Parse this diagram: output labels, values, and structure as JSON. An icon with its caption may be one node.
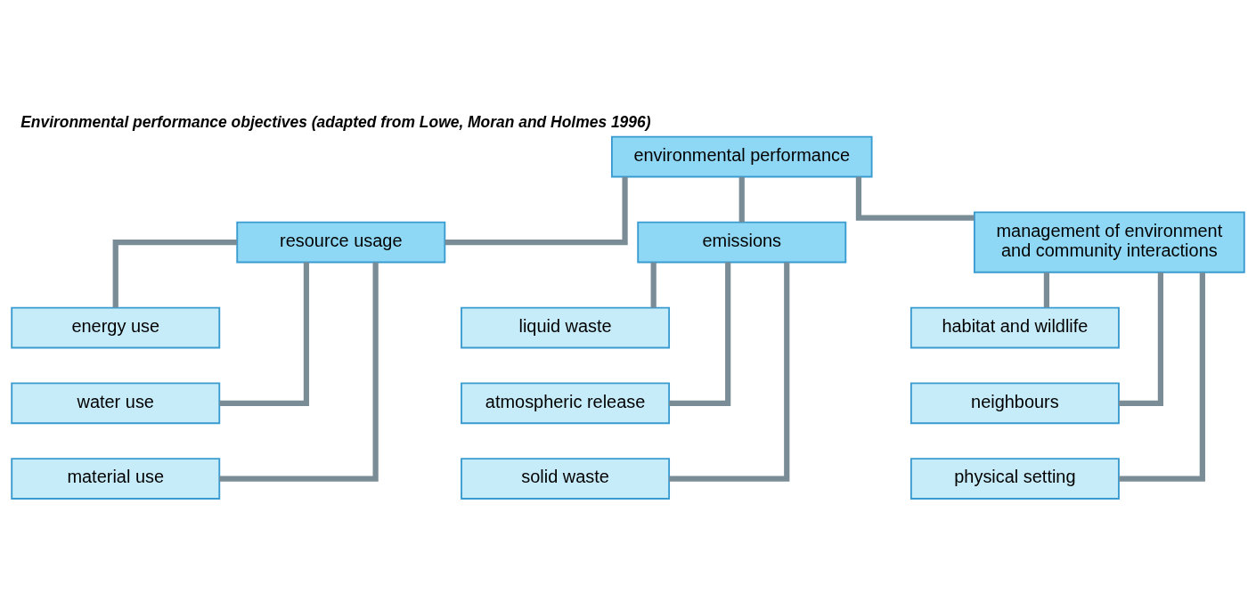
{
  "diagram": {
    "title": "Environmental performance objectives (adapted from Lowe, Moran and Holmes 1996)",
    "nodes": [
      {
        "text": [
          "environmental performance"
        ]
      },
      {
        "text": [
          "resource usage"
        ]
      },
      {
        "text": [
          "emissions"
        ]
      },
      {
        "text": [
          "management of environment and community interactions"
        ]
      },
      {
        "text": [
          "energy use"
        ]
      },
      {
        "text": [
          "water use"
        ]
      },
      {
        "text": [
          "material use"
        ]
      },
      {
        "text": [
          "liquid waste"
        ]
      },
      {
        "text": [
          "atmospheric release"
        ]
      },
      {
        "text": [
          "solid waste"
        ]
      },
      {
        "text": [
          "habitat and wildlife"
        ]
      },
      {
        "text": [
          "neighbours"
        ]
      },
      {
        "text": [
          "physical setting"
        ]
      }
    ],
    "edges": [
      {
        "from": 0,
        "to": 1,
        "arrow": "none"
      },
      {
        "from": 0,
        "to": 2,
        "arrow": "none"
      },
      {
        "from": 0,
        "to": 3,
        "arrow": "none"
      },
      {
        "from": 1,
        "to": 4,
        "arrow": "none"
      },
      {
        "from": 1,
        "to": 5,
        "arrow": "none"
      },
      {
        "from": 1,
        "to": 6,
        "arrow": "none"
      },
      {
        "from": 2,
        "to": 7,
        "arrow": "none"
      },
      {
        "from": 2,
        "to": 8,
        "arrow": "none"
      },
      {
        "from": 2,
        "to": 9,
        "arrow": "none"
      },
      {
        "from": 3,
        "to": 10,
        "arrow": "none"
      },
      {
        "from": 3,
        "to": 11,
        "arrow": "none"
      },
      {
        "from": 3,
        "to": 12,
        "arrow": "none"
      }
    ]
  }
}
